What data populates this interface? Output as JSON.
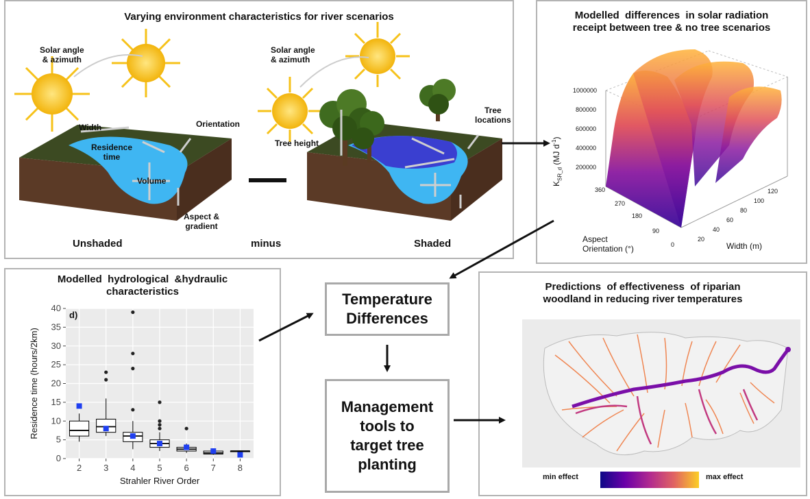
{
  "top_panel": {
    "title": "Varying environment characteristics for river scenarios",
    "labels": {
      "solar_left": "Solar angle\n& azimuth",
      "solar_right": "Solar angle\n& azimuth",
      "width": "Width",
      "residence_time": "Residence\ntime",
      "volume": "Volume",
      "orientation": "Orientation",
      "aspect": "Aspect &\ngradient",
      "tree_height": "Tree height",
      "tree_locations": "Tree\nlocations"
    },
    "captions": {
      "unshaded": "Unshaded",
      "minus": "minus",
      "shaded": "Shaded"
    }
  },
  "solar_panel": {
    "title": "Modelled  differences  in solar radiation\nreceipt between tree & no tree scenarios",
    "z_label": "K",
    "z_sub": "SR_d",
    "z_unit": " (MJ d",
    "z_sup": "-1",
    "z_close": ")",
    "z_ticks": [
      "1000000",
      "800000",
      "600000",
      "400000",
      "200000"
    ],
    "aspect_ticks": [
      "360",
      "270",
      "180",
      "90",
      "0"
    ],
    "width_ticks": [
      "20",
      "40",
      "60",
      "80",
      "100",
      "120"
    ],
    "aspect_label": "Aspect\nOrientation (°)",
    "width_label": "Width (m)"
  },
  "hydro_panel": {
    "title": "Modelled  hydrological  &hydraulic\ncharacteristics"
  },
  "boxes": {
    "temperature": "Temperature\nDifferences",
    "management": "Management\ntools to\ntarget tree\nplanting"
  },
  "map_panel": {
    "title": "Predictions  of effectiveness  of riparian\nwoodland in reducing river temperatures",
    "legend_min": "min effect",
    "legend_max": "max effect"
  },
  "chart_data": {
    "type": "box",
    "panel_label": "d)",
    "xlabel": "Strahler River Order",
    "ylabel": "Residence time (hours/2km)",
    "ylim": [
      0,
      40
    ],
    "yticks": [
      0,
      5,
      10,
      15,
      20,
      25,
      30,
      35,
      40
    ],
    "categories": [
      "2",
      "3",
      "4",
      "5",
      "6",
      "7",
      "8"
    ],
    "boxes": [
      {
        "order": "2",
        "min": 4.5,
        "q1": 6,
        "median": 7.5,
        "q3": 10,
        "max": 12
      },
      {
        "order": "3",
        "min": 6,
        "q1": 7,
        "median": 8.5,
        "q3": 10.5,
        "max": 16
      },
      {
        "order": "4",
        "min": 2.5,
        "q1": 4.5,
        "median": 6,
        "q3": 7,
        "max": 10
      },
      {
        "order": "5",
        "min": 2,
        "q1": 3,
        "median": 4,
        "q3": 5,
        "max": 7
      },
      {
        "order": "6",
        "min": 1.5,
        "q1": 2,
        "median": 2.5,
        "q3": 3,
        "max": 4
      },
      {
        "order": "7",
        "min": 1,
        "q1": 1.2,
        "median": 1.5,
        "q3": 2,
        "max": 2.3
      },
      {
        "order": "8",
        "min": 2,
        "q1": 2,
        "median": 2,
        "q3": 2,
        "max": 2
      }
    ],
    "outliers": [
      {
        "order": "3",
        "values": [
          21,
          23
        ]
      },
      {
        "order": "4",
        "values": [
          13,
          24,
          28,
          39
        ]
      },
      {
        "order": "5",
        "values": [
          8,
          9,
          10,
          15
        ]
      },
      {
        "order": "6",
        "values": [
          8
        ]
      }
    ],
    "observed": [
      {
        "order": "2",
        "value": 14
      },
      {
        "order": "3",
        "value": 8
      },
      {
        "order": "4",
        "value": 6
      },
      {
        "order": "5",
        "value": 4
      },
      {
        "order": "6",
        "value": 3
      },
      {
        "order": "7",
        "value": 2
      },
      {
        "order": "8",
        "value": 1
      }
    ],
    "colors": {
      "box": "#000000",
      "observed": "#1f3ff0",
      "panel_bg": "#ebebeb"
    }
  },
  "colors": {
    "water": "#3fb6f2",
    "water_shaded": "#3a3fd0",
    "soil": "#5b3a26",
    "grass": "#3c4a22",
    "sun": "#f6c21a",
    "arrow": "#111111"
  }
}
